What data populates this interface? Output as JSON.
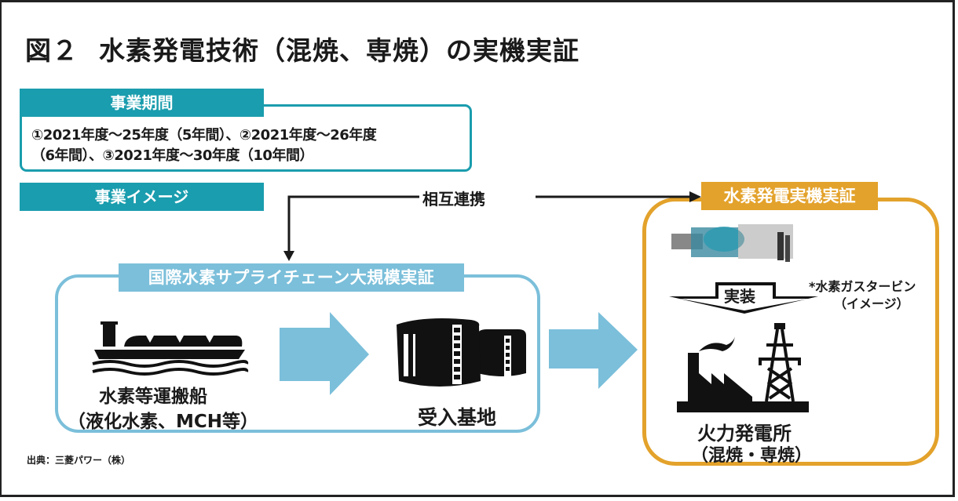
{
  "title": {
    "figure_no": "図２",
    "text": "水素発電技術（混焼、専焼）の実機実証"
  },
  "period": {
    "heading": "事業期間",
    "line1": "①2021年度～25年度（5年間）、②2021年度～26年度",
    "line2": "（6年間）、③2021年度～30年度（10年間）"
  },
  "business_image": {
    "heading": "事業イメージ"
  },
  "link_label": "相互連携",
  "supply_chain": {
    "heading": "国際水素サプライチェーン大規模実証",
    "ship": {
      "icon": "hydrogen-carrier-ship-icon",
      "label": "水素等運搬船",
      "sublabel": "（液化水素、MCH等）"
    },
    "terminal": {
      "icon": "storage-tanks-icon",
      "label": "受入基地"
    }
  },
  "power_demo": {
    "heading": "水素発電実機実証",
    "turbine": {
      "icon": "gas-turbine-image",
      "caption1": "*水素ガスタービン",
      "caption2": "（イメージ）"
    },
    "implement_label": "実装",
    "plant": {
      "icon": "power-plant-icon",
      "label": "火力発電所",
      "sublabel": "（混焼・専焼）"
    }
  },
  "source": "出典：三菱パワー（株）",
  "colors": {
    "teal": "#1a9dae",
    "light_blue": "#7bbfda",
    "gold": "#e3a22b",
    "black": "#1a1a1a"
  }
}
